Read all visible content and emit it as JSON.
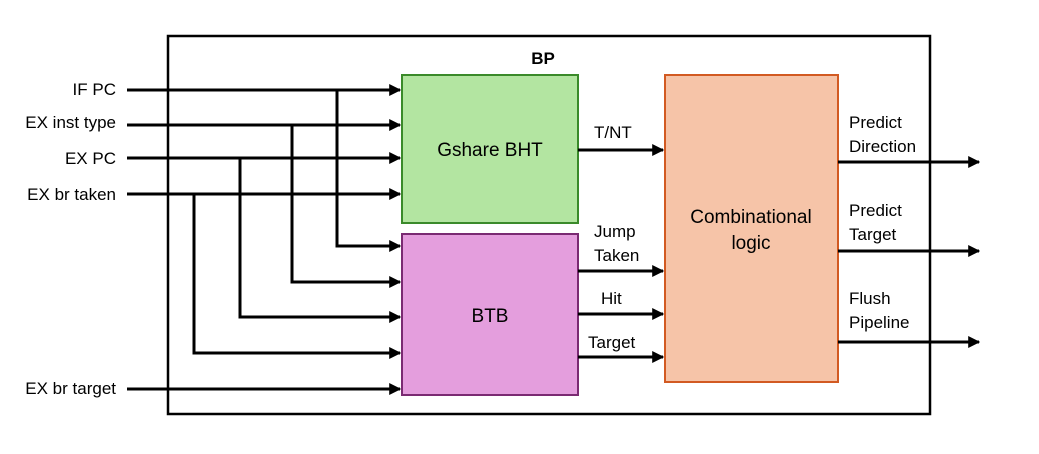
{
  "title": "BP",
  "inputs": {
    "if_pc": "IF PC",
    "ex_inst_type": "EX inst type",
    "ex_pc": "EX PC",
    "ex_br_taken": "EX br taken",
    "ex_br_target": "EX br target"
  },
  "blocks": {
    "bht": {
      "label": "Gshare BHT",
      "fill": "#b3e5a1",
      "stroke": "#3a8a2a"
    },
    "btb": {
      "label": "BTB",
      "fill": "#e49edd",
      "stroke": "#7a2a72"
    },
    "logic": {
      "label_line1": "Combinational",
      "label_line2": "logic",
      "fill": "#f6c4a8",
      "stroke": "#d25a22"
    }
  },
  "signals": {
    "tnt": "T/NT",
    "jump_taken_line1": "Jump",
    "jump_taken_line2": "Taken",
    "hit": "Hit",
    "target": "Target"
  },
  "outputs": {
    "predict_direction_line1": "Predict",
    "predict_direction_line2": "Direction",
    "predict_target_line1": "Predict",
    "predict_target_line2": "Target",
    "flush_pipeline_line1": "Flush",
    "flush_pipeline_line2": "Pipeline"
  }
}
